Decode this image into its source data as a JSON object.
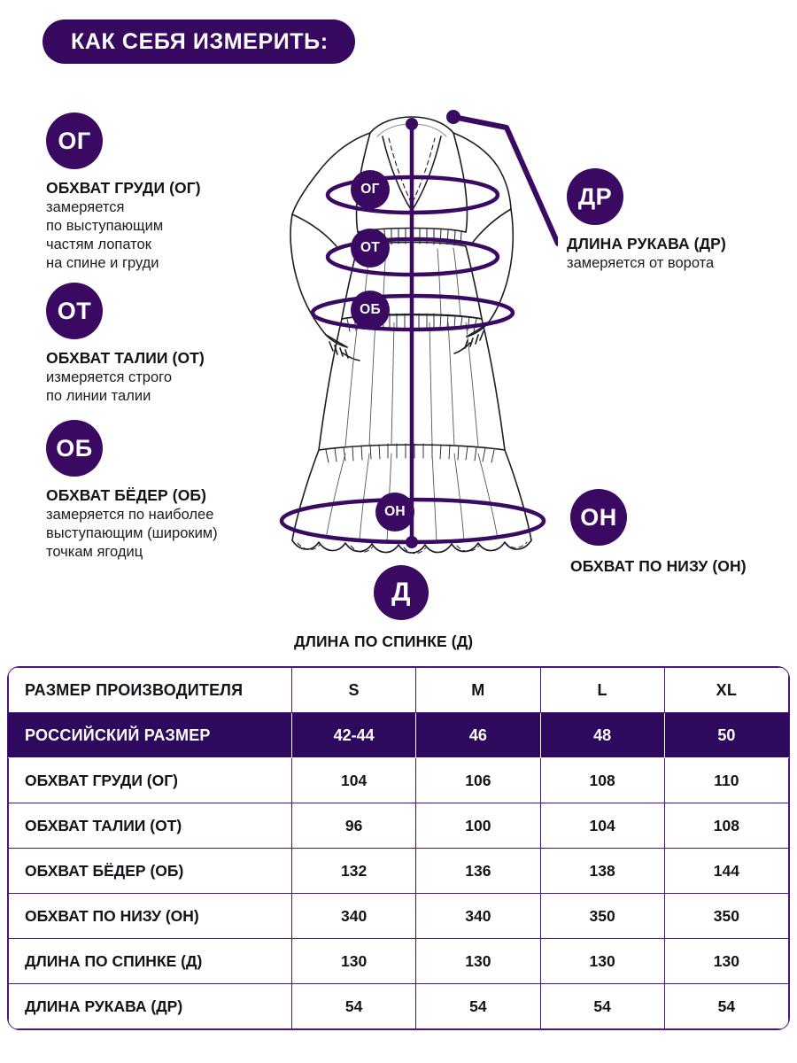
{
  "header": {
    "title": "КАК СЕБЯ ИЗМЕРИТЬ:"
  },
  "colors": {
    "primary": "#3a0a63",
    "pill": "#37085f",
    "table_border": "#4d1480",
    "highlight_row": "#2d0a5e",
    "text": "#14121a"
  },
  "measurements": [
    {
      "code": "ОГ",
      "title": "ОБХВАТ ГРУДИ (ОГ)",
      "description": "замеряется\nпо выступающим\nчастям лопаток\nна спине и груди"
    },
    {
      "code": "ОТ",
      "title": "ОБХВАТ ТАЛИИ (ОТ)",
      "description": "измеряется строго\nпо линии талии"
    },
    {
      "code": "ОБ",
      "title": "ОБХВАТ БЁДЕР (ОБ)",
      "description": "замеряется по наиболее\nвыступающим (широким)\nточкам ягодиц"
    },
    {
      "code": "ДР",
      "title": "ДЛИНА РУКАВА (ДР)",
      "description": "замеряется от ворота"
    },
    {
      "code": "ОН",
      "title": "ОБХВАТ ПО НИЗУ (ОН)",
      "description": ""
    },
    {
      "code": "Д",
      "title": "ДЛИНА ПО СПИНКЕ (Д)",
      "description": ""
    }
  ],
  "diagram": {
    "ring_labels": [
      "ОГ",
      "ОТ",
      "ОБ",
      "ОН"
    ],
    "garment": "long-sleeve tiered maxi dress line drawing"
  },
  "chart_data": {
    "type": "table",
    "title": "Размерная таблица",
    "columns": [
      "РАЗМЕР ПРОИЗВОДИТЕЛЯ",
      "S",
      "M",
      "L",
      "XL"
    ],
    "rows": [
      {
        "label": "РОССИЙСКИЙ РАЗМЕР",
        "values": [
          "42-44",
          "46",
          "48",
          "50"
        ],
        "highlight": true
      },
      {
        "label": "ОБХВАТ ГРУДИ (ОГ)",
        "values": [
          "104",
          "106",
          "108",
          "110"
        ],
        "highlight": false
      },
      {
        "label": "ОБХВАТ ТАЛИИ (ОТ)",
        "values": [
          "96",
          "100",
          "104",
          "108"
        ],
        "highlight": false
      },
      {
        "label": "ОБХВАТ БЁДЕР (ОБ)",
        "values": [
          "132",
          "136",
          "138",
          "144"
        ],
        "highlight": false
      },
      {
        "label": "ОБХВАТ ПО НИЗУ (ОН)",
        "values": [
          "340",
          "340",
          "350",
          "350"
        ],
        "highlight": false
      },
      {
        "label": "ДЛИНА ПО СПИНКЕ (Д)",
        "values": [
          "130",
          "130",
          "130",
          "130"
        ],
        "highlight": false
      },
      {
        "label": "ДЛИНА РУКАВА (ДР)",
        "values": [
          "54",
          "54",
          "54",
          "54"
        ],
        "highlight": false
      }
    ]
  }
}
